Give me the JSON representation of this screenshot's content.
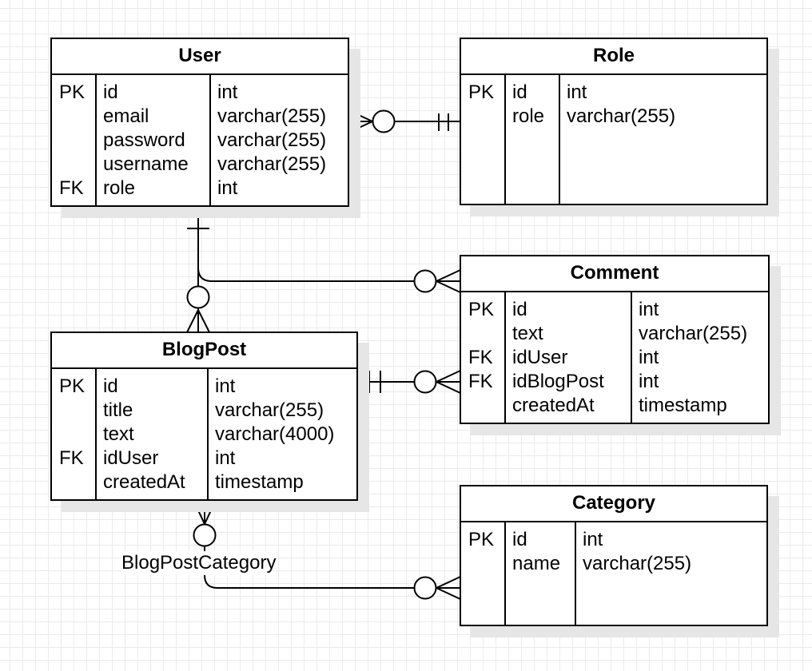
{
  "entities": {
    "user": {
      "title": "User",
      "rows": [
        {
          "key": "PK",
          "name": "id",
          "type": "int"
        },
        {
          "key": "",
          "name": "email",
          "type": "varchar(255)"
        },
        {
          "key": "",
          "name": "password",
          "type": "varchar(255)"
        },
        {
          "key": "",
          "name": "username",
          "type": "varchar(255)"
        },
        {
          "key": "FK",
          "name": "role",
          "type": "int"
        }
      ]
    },
    "role": {
      "title": "Role",
      "rows": [
        {
          "key": "PK",
          "name": "id",
          "type": "int"
        },
        {
          "key": "",
          "name": "role",
          "type": "varchar(255)"
        }
      ]
    },
    "comment": {
      "title": "Comment",
      "rows": [
        {
          "key": "PK",
          "name": "id",
          "type": "int"
        },
        {
          "key": "",
          "name": "text",
          "type": "varchar(255)"
        },
        {
          "key": "FK",
          "name": "idUser",
          "type": "int"
        },
        {
          "key": "FK",
          "name": "idBlogPost",
          "type": "int"
        },
        {
          "key": "",
          "name": "createdAt",
          "type": "timestamp"
        }
      ]
    },
    "blogpost": {
      "title": "BlogPost",
      "rows": [
        {
          "key": "PK",
          "name": "id",
          "type": "int"
        },
        {
          "key": "",
          "name": "title",
          "type": "varchar(255)"
        },
        {
          "key": "",
          "name": "text",
          "type": "varchar(4000)"
        },
        {
          "key": "FK",
          "name": "idUser",
          "type": "int"
        },
        {
          "key": "",
          "name": "createdAt",
          "type": "timestamp"
        }
      ]
    },
    "category": {
      "title": "Category",
      "rows": [
        {
          "key": "PK",
          "name": "id",
          "type": "int"
        },
        {
          "key": "",
          "name": "name",
          "type": "varchar(255)"
        }
      ]
    }
  },
  "relationships": [
    {
      "from": "User",
      "to": "Role",
      "from_end": "zero-or-many",
      "to_end": "exactly-one"
    },
    {
      "from": "User",
      "to": "BlogPost",
      "from_end": "exactly-one",
      "to_end": "zero-or-many"
    },
    {
      "from": "User",
      "to": "Comment",
      "from_end": "exactly-one",
      "to_end": "zero-or-many"
    },
    {
      "from": "BlogPost",
      "to": "Comment",
      "from_end": "exactly-one",
      "to_end": "zero-or-many"
    },
    {
      "from": "BlogPost",
      "to": "Category",
      "from_end": "zero-or-many",
      "to_end": "zero-or-many",
      "label": "BlogPostCategory"
    }
  ]
}
